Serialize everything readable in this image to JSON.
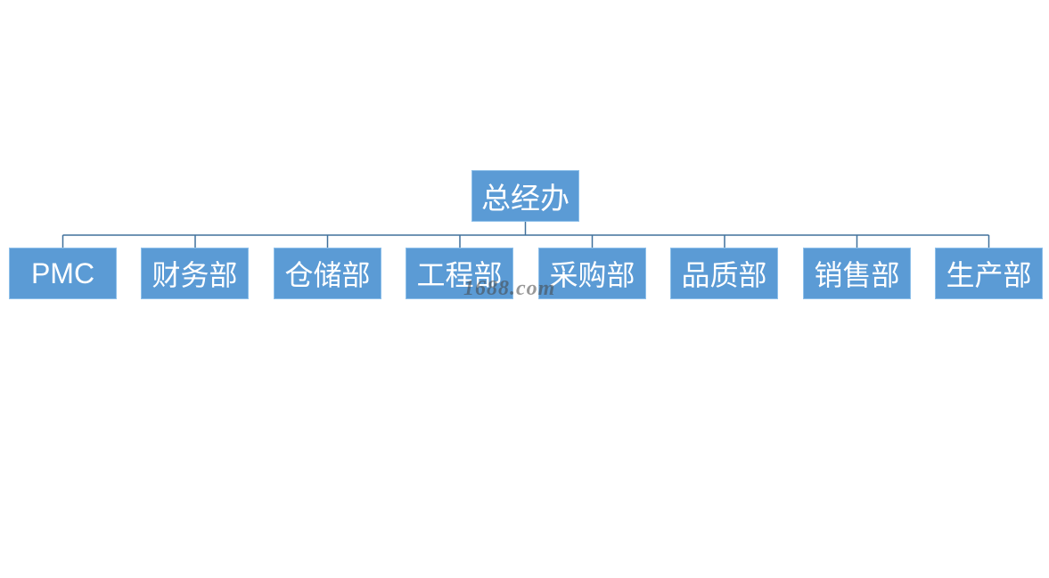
{
  "org_chart": {
    "root": {
      "label": "总经办"
    },
    "children": [
      {
        "label": "PMC"
      },
      {
        "label": "财务部"
      },
      {
        "label": "仓储部"
      },
      {
        "label": "工程部"
      },
      {
        "label": "采购部"
      },
      {
        "label": "品质部"
      },
      {
        "label": "销售部"
      },
      {
        "label": "生产部"
      }
    ]
  },
  "watermark": {
    "text": "1688.com"
  },
  "colors": {
    "node_fill": "#5b9bd5",
    "node_border": "#8ec0ea",
    "node_text": "#ffffff",
    "connector": "#41719c"
  }
}
